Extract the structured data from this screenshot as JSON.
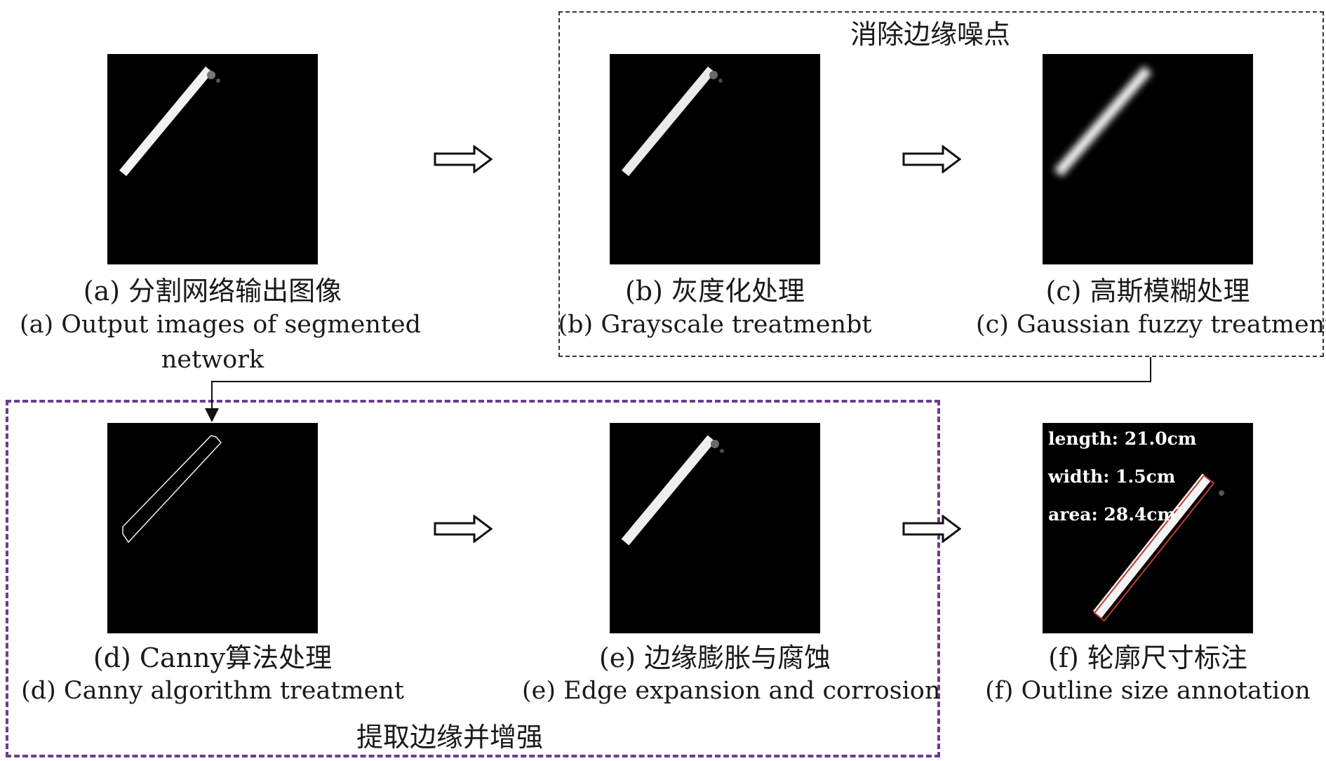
{
  "groups": {
    "noise_removal": "消除边缘噪点",
    "edge_enhance": "提取边缘并增强"
  },
  "panels": {
    "a": {
      "zh": "(a) 分割网络输出图像",
      "en_line1": "(a) Output images of segmented",
      "en_line2": "network"
    },
    "b": {
      "zh": "(b) 灰度化处理",
      "en": "(b) Grayscale treatmenbt"
    },
    "c": {
      "zh": "(c) 高斯模糊处理",
      "en": "(c) Gaussian fuzzy treatment"
    },
    "d": {
      "zh": "(d) Canny算法处理",
      "en": "(d) Canny algorithm treatment"
    },
    "e": {
      "zh": "(e) 边缘膨胀与腐蚀",
      "en": "(e) Edge expansion and corrosion"
    },
    "f": {
      "zh": "(f) 轮廓尺寸标注",
      "en": "(f) Outline size annotation"
    }
  },
  "annotation": {
    "length": "length: 21.0cm",
    "width": "width: 1.5cm",
    "area": "area: 28.4cm²"
  },
  "colors": {
    "noise_box_border": "#333333",
    "edge_box_border": "#6a3d8f",
    "bounding_box": "#c0392b"
  }
}
